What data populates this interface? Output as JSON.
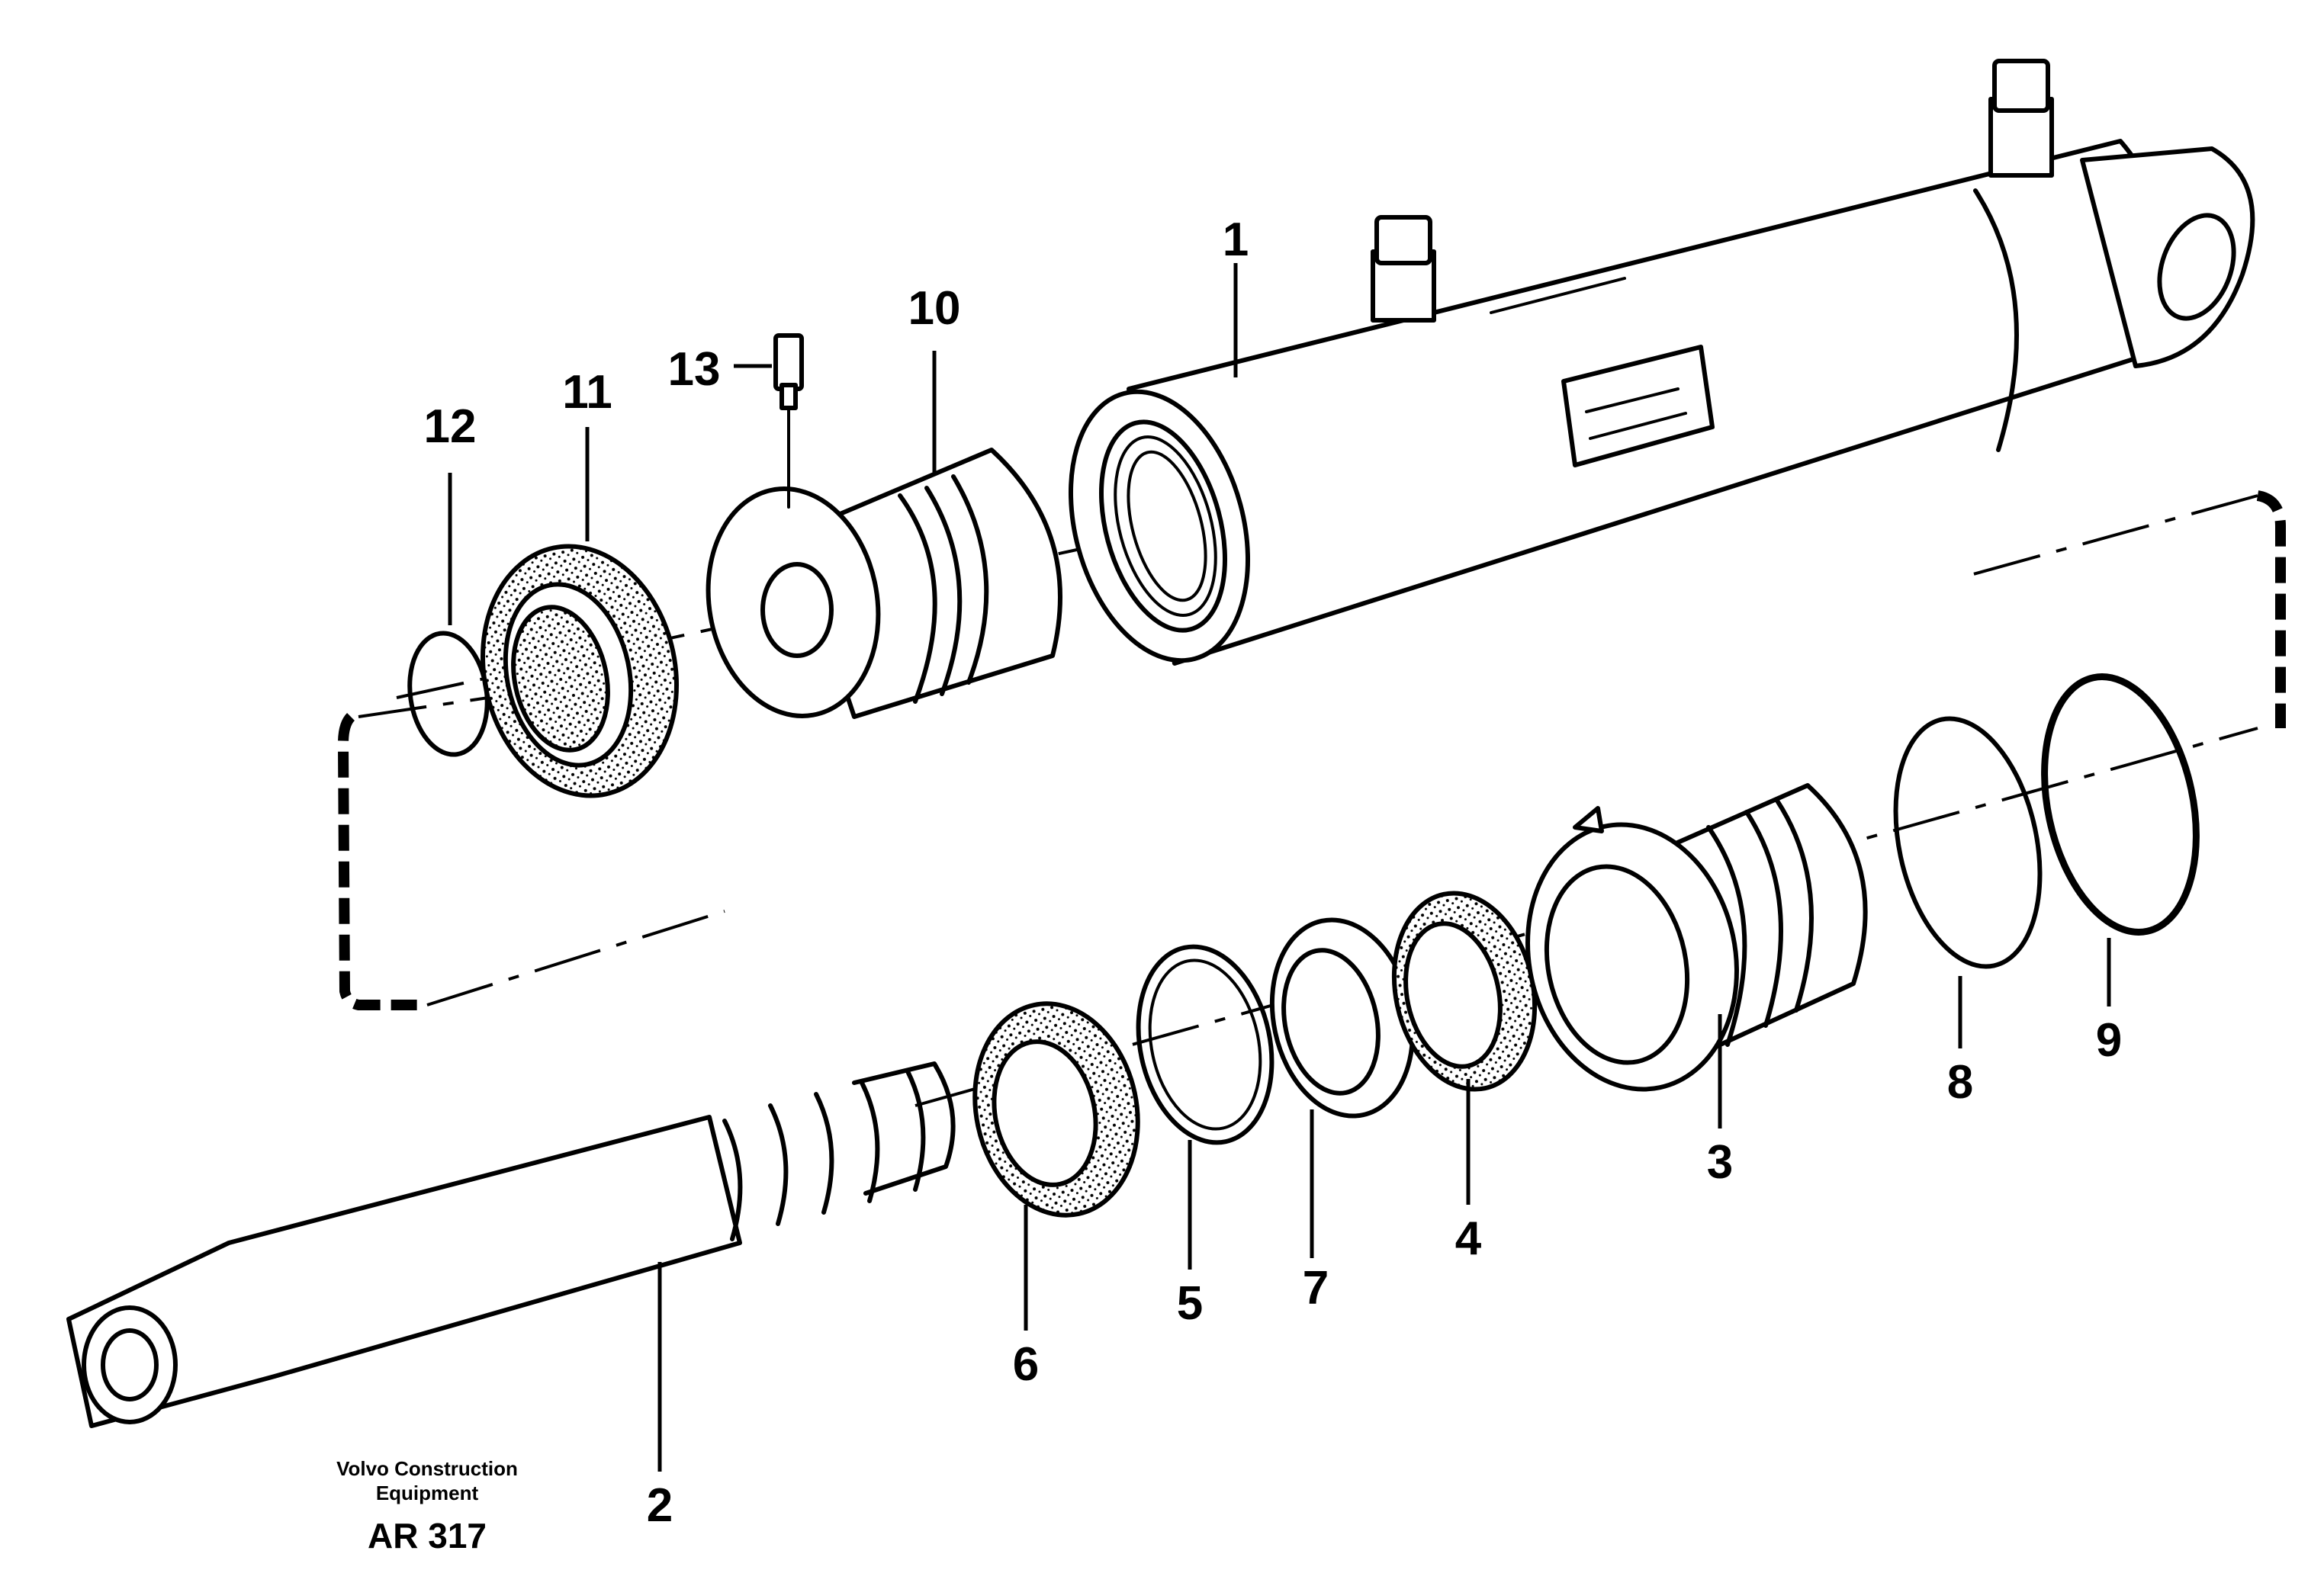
{
  "diagram": {
    "callouts": [
      "1",
      "2",
      "3",
      "4",
      "5",
      "6",
      "7",
      "8",
      "9",
      "10",
      "11",
      "12",
      "13"
    ],
    "publisher_line1": "Volvo Construction",
    "publisher_line2": "Equipment",
    "drawing_number": "AR 317"
  }
}
